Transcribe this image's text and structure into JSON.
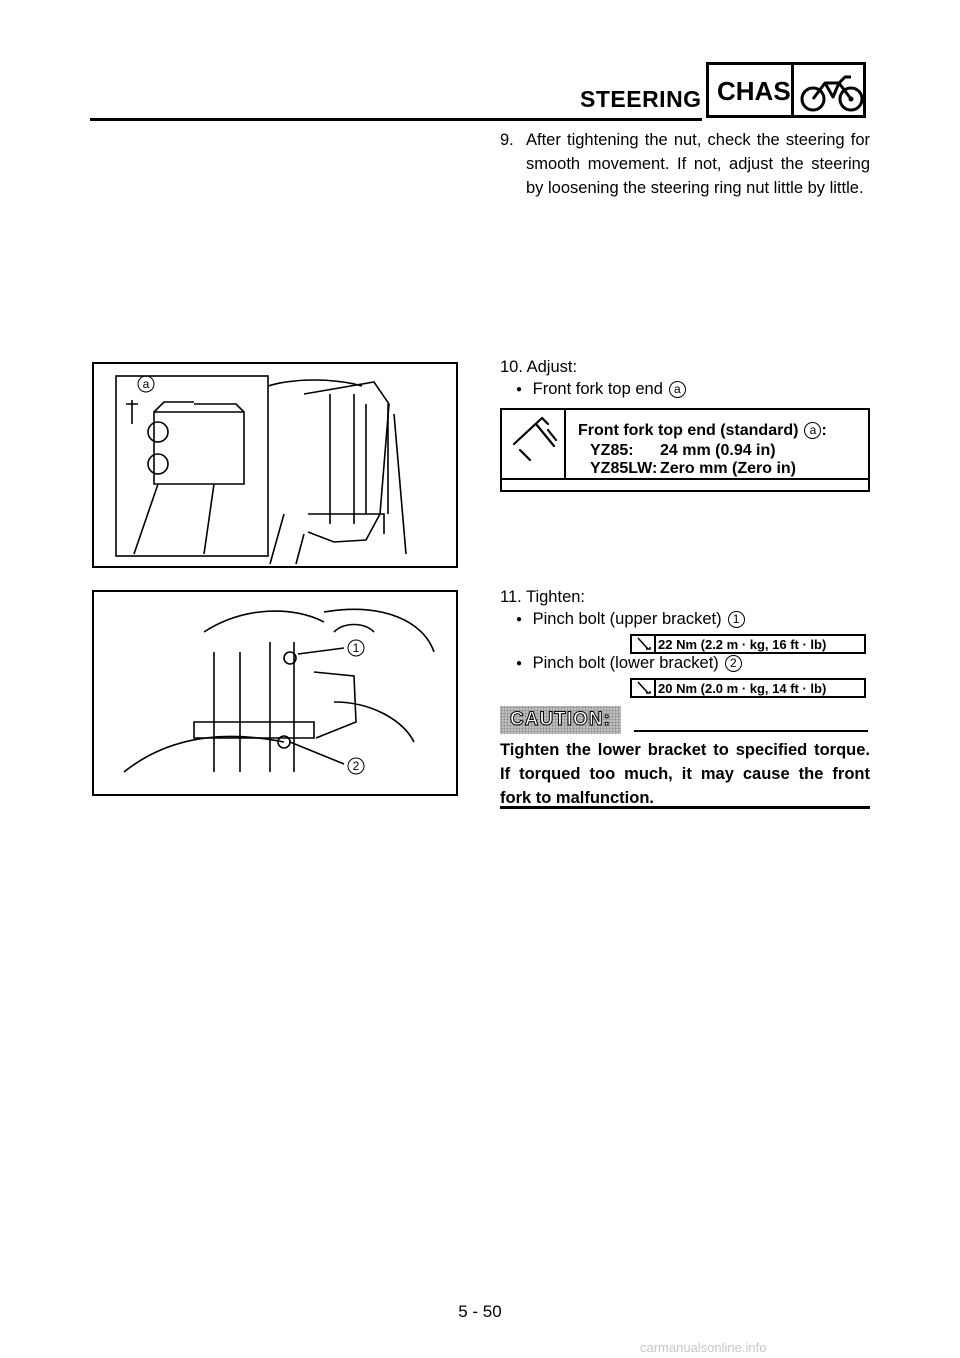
{
  "header": {
    "section_title": "STEERING",
    "tab_label": "CHAS",
    "tab_icon": "motorcycle-icon"
  },
  "step9": {
    "number": "9.",
    "text": "After tightening the nut, check the steering for smooth movement. If not, adjust the steering by loosening the steering ring nut little by little."
  },
  "step10": {
    "number_label": "10. Adjust:",
    "bullet": "Front fork top end",
    "bullet_ref": "a",
    "spec": {
      "title": "Front fork top end (standard)",
      "title_ref": "a",
      "title_suffix": ":",
      "rows": [
        {
          "model": "YZ85:",
          "value": "24 mm (0.94 in)"
        },
        {
          "model": "YZ85LW:",
          "value": "Zero mm (Zero in)"
        }
      ],
      "icon": "caliper-icon"
    }
  },
  "step11": {
    "number_label": "11. Tighten:",
    "items": [
      {
        "label": "Pinch bolt (upper bracket)",
        "ref": "1",
        "torque": "22 Nm (2.2 m · kg, 16 ft · lb)"
      },
      {
        "label": "Pinch bolt (lower bracket)",
        "ref": "2",
        "torque": "20 Nm (2.0 m · kg, 14 ft · lb)"
      }
    ]
  },
  "caution": {
    "label": "CAUTION:",
    "text": "Tighten the lower bracket to specified torque. If torqued too much, it may cause the front fork to malfunction."
  },
  "figures": {
    "fig1_callout": "a",
    "fig2_callouts": [
      "1",
      "2"
    ]
  },
  "footer": {
    "page_number": "5 - 50",
    "watermark": "carmanualsonline.info"
  }
}
